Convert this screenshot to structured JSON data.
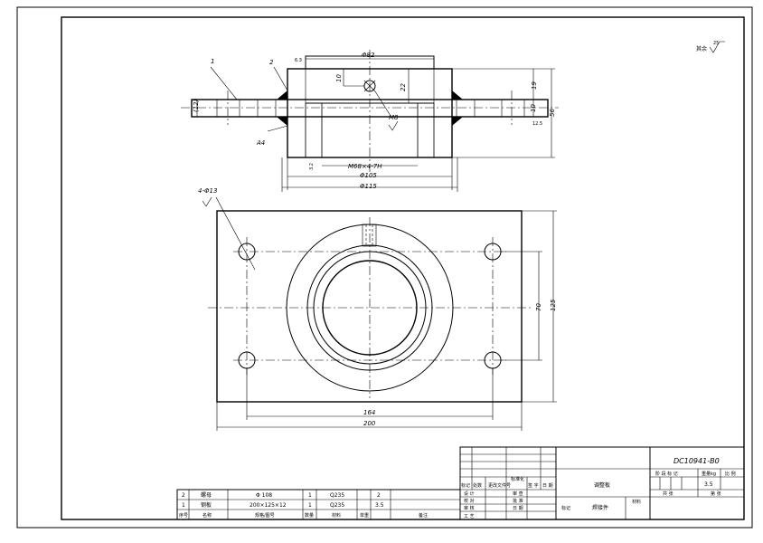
{
  "drawing_number": "DC10941-B0",
  "roughness_note": "其余",
  "roughness_value": "25",
  "top_view": {
    "balloon_1": "1",
    "balloon_2": "2",
    "dim_phi82": "Φ82",
    "dim_10": "10",
    "dim_22": "22",
    "dim_19": "19",
    "dim_56": "56",
    "dim_12": "(12)",
    "dim_10r": "10",
    "ra_12_5": "12.5",
    "ra_6_3": "6.3",
    "dim_m8": "M8",
    "weld_a4": "A4",
    "thread_callout": "M68×4-7H",
    "dim_phi105": "Φ105",
    "dim_phi115": "Φ115",
    "dim_3_2": "3.2"
  },
  "plan_view": {
    "hole_callout": "4-Φ13",
    "dim_70": "70",
    "dim_125": "125",
    "dim_164": "164",
    "dim_200": "200"
  },
  "parts_list": {
    "rows": [
      {
        "no": "2",
        "name": "螺母",
        "spec": "Φ 108",
        "qty": "1",
        "material": "Q235",
        "weight": "2",
        "note": ""
      },
      {
        "no": "1",
        "name": "钢板",
        "spec": "200×125×12",
        "qty": "1",
        "material": "Q235",
        "weight": "3.5",
        "note": ""
      }
    ],
    "header": {
      "no": "序号",
      "name": "名称",
      "spec": "规格/图号",
      "qty": "数量",
      "material": "材料",
      "weight": "单重",
      "note": "备注"
    }
  },
  "title_block": {
    "part_name": "调整板",
    "assembly_label": "焊接件",
    "left_label": "标记",
    "weight_value": "3.5",
    "rev_header": [
      "标记",
      "处数",
      "更改文件号",
      "签 字",
      "日 期"
    ],
    "roles": [
      "设 计",
      "校 对",
      "审 核",
      "工 艺"
    ],
    "roles_right": [
      "标准化",
      "审 查",
      "批 准",
      "日 期"
    ],
    "stage_header": [
      "阶 段 标 记",
      "重量kg",
      "比 例"
    ],
    "sheet_info": [
      "共 张",
      "第 张"
    ],
    "material_label": "材料"
  }
}
